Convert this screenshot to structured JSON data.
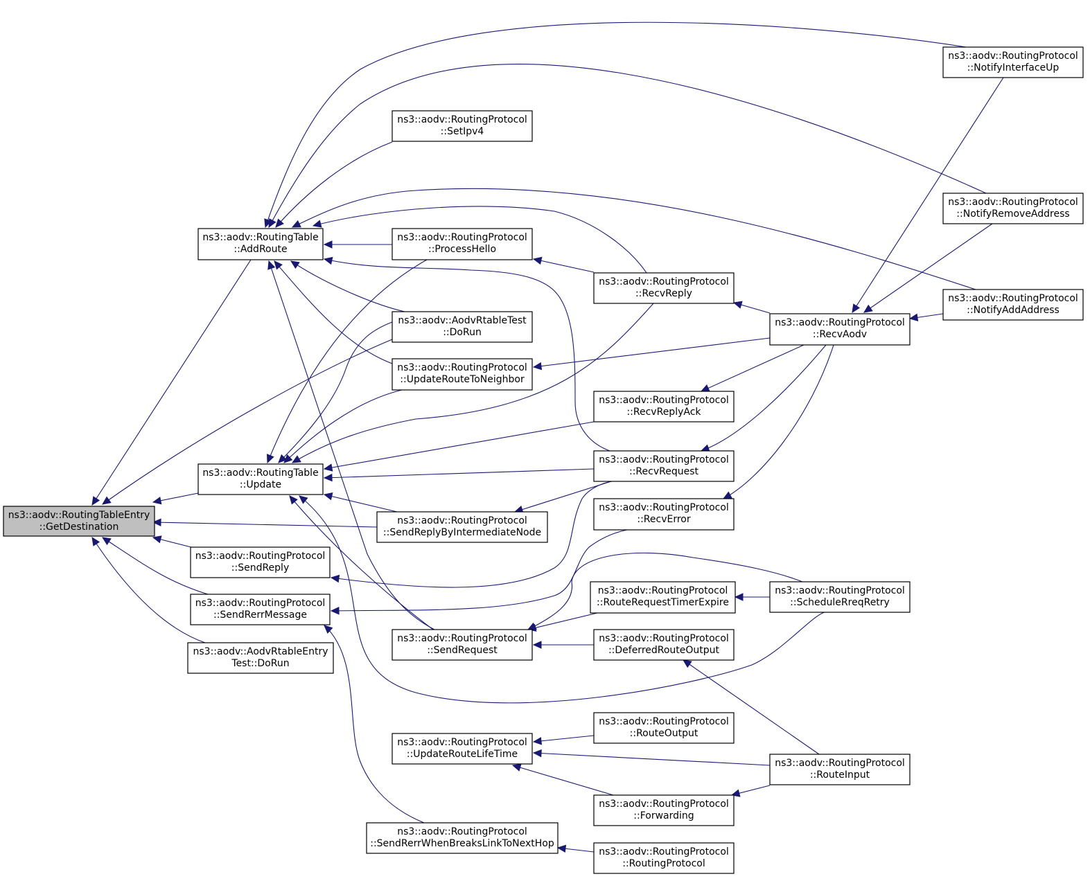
{
  "graph": {
    "edge_color": "#191970",
    "root_fill": "#bfbfbf",
    "nodes": {
      "getdest": [
        "ns3::aodv::RoutingTableEntry",
        "::GetDestination"
      ],
      "addroute": [
        "ns3::aodv::RoutingTable",
        "::AddRoute"
      ],
      "update": [
        "ns3::aodv::RoutingTable",
        "::Update"
      ],
      "sendreply": [
        "ns3::aodv::RoutingProtocol",
        "::SendReply"
      ],
      "sendrerr": [
        "ns3::aodv::RoutingProtocol",
        "::SendRerrMessage"
      ],
      "entrytest": [
        "ns3::aodv::AodvRtableEntry",
        "Test::DoRun"
      ],
      "setipv4": [
        "ns3::aodv::RoutingProtocol",
        "::SetIpv4"
      ],
      "processhello": [
        "ns3::aodv::RoutingProtocol",
        "::ProcessHello"
      ],
      "rtabletest": [
        "ns3::aodv::AodvRtableTest",
        "::DoRun"
      ],
      "urtn": [
        "ns3::aodv::RoutingProtocol",
        "::UpdateRouteToNeighbor"
      ],
      "srbin": [
        "ns3::aodv::RoutingProtocol",
        "::SendReplyByIntermediateNode"
      ],
      "sendrequest": [
        "ns3::aodv::RoutingProtocol",
        "::SendRequest"
      ],
      "url": [
        "ns3::aodv::RoutingProtocol",
        "::UpdateRouteLifeTime"
      ],
      "srwbl": [
        "ns3::aodv::RoutingProtocol",
        "::SendRerrWhenBreaksLinkToNextHop"
      ],
      "recvreply": [
        "ns3::aodv::RoutingProtocol",
        "::RecvReply"
      ],
      "recvreplyack": [
        "ns3::aodv::RoutingProtocol",
        "::RecvReplyAck"
      ],
      "recvrequest": [
        "ns3::aodv::RoutingProtocol",
        "::RecvRequest"
      ],
      "recverror": [
        "ns3::aodv::RoutingProtocol",
        "::RecvError"
      ],
      "rrte": [
        "ns3::aodv::RoutingProtocol",
        "::RouteRequestTimerExpire"
      ],
      "dro": [
        "ns3::aodv::RoutingProtocol",
        "::DeferredRouteOutput"
      ],
      "routeoutput": [
        "ns3::aodv::RoutingProtocol",
        "::RouteOutput"
      ],
      "forwarding": [
        "ns3::aodv::RoutingProtocol",
        "::Forwarding"
      ],
      "rpctor": [
        "ns3::aodv::RoutingProtocol",
        "::RoutingProtocol"
      ],
      "recvaodv": [
        "ns3::aodv::RoutingProtocol",
        "::RecvAodv"
      ],
      "srr": [
        "ns3::aodv::RoutingProtocol",
        "::ScheduleRreqRetry"
      ],
      "routeinput": [
        "ns3::aodv::RoutingProtocol",
        "::RouteInput"
      ],
      "niu": [
        "ns3::aodv::RoutingProtocol",
        "::NotifyInterfaceUp"
      ],
      "nra": [
        "ns3::aodv::RoutingProtocol",
        "::NotifyRemoveAddress"
      ],
      "naa": [
        "ns3::aodv::RoutingProtocol",
        "::NotifyAddAddress"
      ]
    },
    "edges": [
      [
        "getdest",
        "addroute"
      ],
      [
        "getdest",
        "update"
      ],
      [
        "getdest",
        "sendreply"
      ],
      [
        "getdest",
        "sendrerr"
      ],
      [
        "getdest",
        "entrytest"
      ],
      [
        "getdest",
        "rtabletest"
      ],
      [
        "getdest",
        "srbin"
      ],
      [
        "addroute",
        "niu"
      ],
      [
        "addroute",
        "nra"
      ],
      [
        "addroute",
        "setipv4"
      ],
      [
        "addroute",
        "naa"
      ],
      [
        "addroute",
        "recvreply"
      ],
      [
        "addroute",
        "processhello"
      ],
      [
        "addroute",
        "recvrequest"
      ],
      [
        "addroute",
        "rtabletest"
      ],
      [
        "addroute",
        "urtn"
      ],
      [
        "addroute",
        "sendrequest"
      ],
      [
        "update",
        "processhello"
      ],
      [
        "update",
        "rtabletest"
      ],
      [
        "update",
        "urtn"
      ],
      [
        "update",
        "recvreply"
      ],
      [
        "update",
        "recvreplyack"
      ],
      [
        "update",
        "recvrequest"
      ],
      [
        "update",
        "srbin"
      ],
      [
        "update",
        "sendrequest"
      ],
      [
        "update",
        "srr"
      ],
      [
        "sendreply",
        "recvrequest"
      ],
      [
        "sendrerr",
        "recverror"
      ],
      [
        "sendrerr",
        "srwbl"
      ],
      [
        "processhello",
        "recvreply"
      ],
      [
        "recvreply",
        "recvaodv"
      ],
      [
        "urtn",
        "recvaodv"
      ],
      [
        "recvreplyack",
        "recvaodv"
      ],
      [
        "recvrequest",
        "recvaodv"
      ],
      [
        "recverror",
        "recvaodv"
      ],
      [
        "srbin",
        "recvrequest"
      ],
      [
        "sendrequest",
        "rrte"
      ],
      [
        "sendrequest",
        "dro"
      ],
      [
        "sendrequest",
        "srr"
      ],
      [
        "rrte",
        "srr"
      ],
      [
        "dro",
        "routeinput"
      ],
      [
        "url",
        "routeoutput"
      ],
      [
        "url",
        "routeinput"
      ],
      [
        "url",
        "forwarding"
      ],
      [
        "forwarding",
        "routeinput"
      ],
      [
        "srwbl",
        "rpctor"
      ],
      [
        "recvaodv",
        "niu"
      ],
      [
        "recvaodv",
        "nra"
      ],
      [
        "recvaodv",
        "naa"
      ]
    ]
  }
}
